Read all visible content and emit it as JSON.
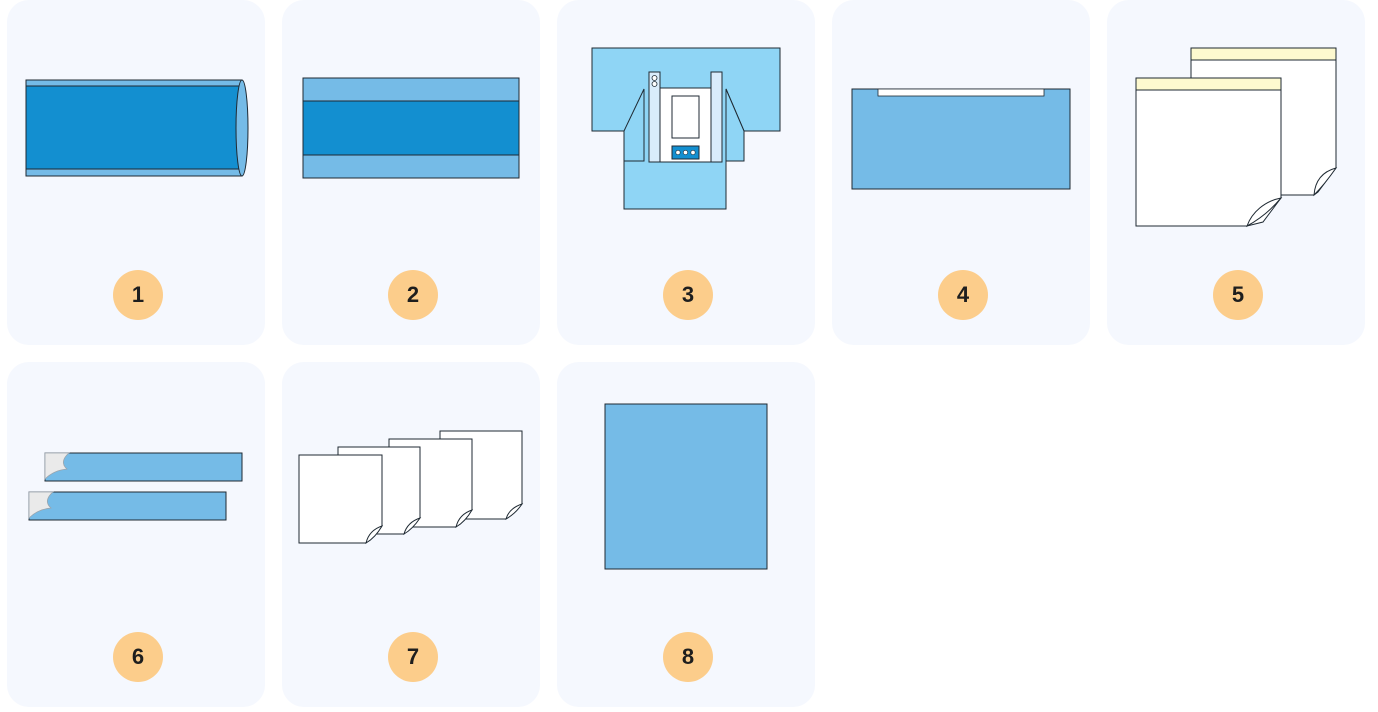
{
  "colors": {
    "card_bg": "#f5f8fe",
    "badge_bg": "#fccd8b",
    "blue_dark": "#138fd0",
    "blue_mid": "#75bbe7",
    "blue_light": "#8fd5f5",
    "paper": "#ffffff",
    "tape_yellow": "#fdf9cf",
    "outline": "#1f2a33"
  },
  "items": [
    {
      "number": "1",
      "icon": "rolled-blue-drape-icon"
    },
    {
      "number": "2",
      "icon": "striped-blue-drape-icon"
    },
    {
      "number": "3",
      "icon": "surgical-gown-drape-icon"
    },
    {
      "number": "4",
      "icon": "adhesive-blue-drape-icon"
    },
    {
      "number": "5",
      "icon": "adhesive-paper-sheets-icon"
    },
    {
      "number": "6",
      "icon": "adhesive-tape-strips-icon"
    },
    {
      "number": "7",
      "icon": "paper-towels-stack-icon"
    },
    {
      "number": "8",
      "icon": "blue-square-drape-icon"
    }
  ]
}
